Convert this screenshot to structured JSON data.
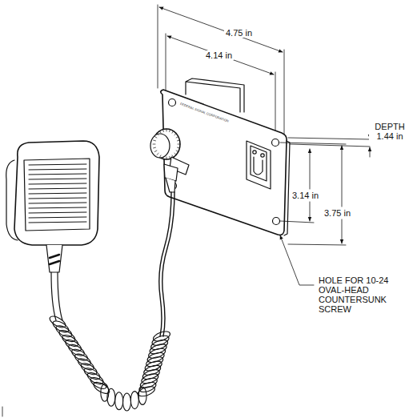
{
  "diagram": {
    "labels": [
      "4.75 in",
      "4.14 in",
      "DEPTH 1.44 in",
      "3.14 in",
      "3.75 in",
      "HOLE FOR 10-24 OVAL-HEAD COUNTERSUNK SCREW",
      "FEDERAL SIGNAL CORPORATION"
    ]
  }
}
